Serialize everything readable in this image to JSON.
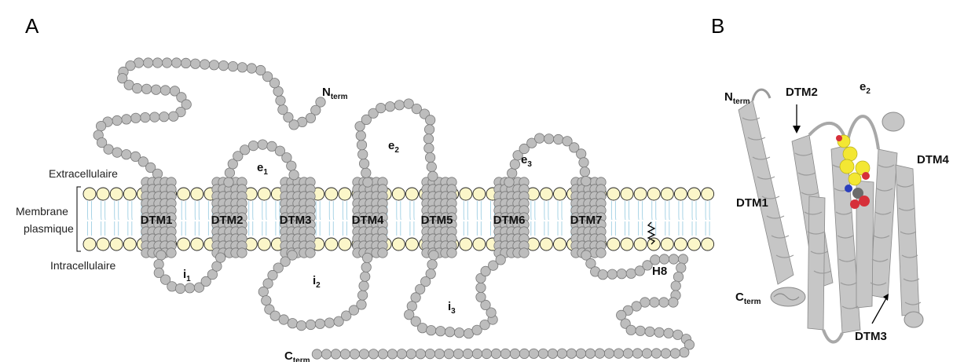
{
  "panel_a": {
    "label": "A",
    "extracellular": "Extracellulaire",
    "membrane_line1": "Membrane",
    "membrane_line2": "plasmique",
    "intracellular": "Intracellulaire",
    "helices": [
      "DTM1",
      "DTM2",
      "DTM3",
      "DTM4",
      "DTM5",
      "DTM6",
      "DTM7"
    ],
    "n_term": {
      "main": "N",
      "sub": "term"
    },
    "c_term": {
      "main": "C",
      "sub": "term"
    },
    "h8": "H8",
    "loops": {
      "e1": {
        "main": "e",
        "sub": "1"
      },
      "e2": {
        "main": "e",
        "sub": "2"
      },
      "e3": {
        "main": "e",
        "sub": "3"
      },
      "i1": {
        "main": "i",
        "sub": "1"
      },
      "i2": {
        "main": "i",
        "sub": "2"
      },
      "i3": {
        "main": "i",
        "sub": "3"
      }
    }
  },
  "panel_b": {
    "label": "B",
    "n_term": {
      "main": "N",
      "sub": "term"
    },
    "c_term": {
      "main": "C",
      "sub": "term"
    },
    "e2": {
      "main": "e",
      "sub": "2"
    },
    "dtm1": "DTM1",
    "dtm2": "DTM2",
    "dtm3": "DTM3",
    "dtm4": "DTM4"
  },
  "colors": {
    "residue": "#bdbdbd",
    "residue_stroke": "#777777",
    "lipid_head": "#fbf6c9",
    "lipid_tail": "#a9d4e6",
    "ribbon": "#c4c4c4",
    "ligand_yellow": "#f3e733",
    "ligand_red": "#d6303a",
    "ligand_blue": "#2b3fbd"
  }
}
